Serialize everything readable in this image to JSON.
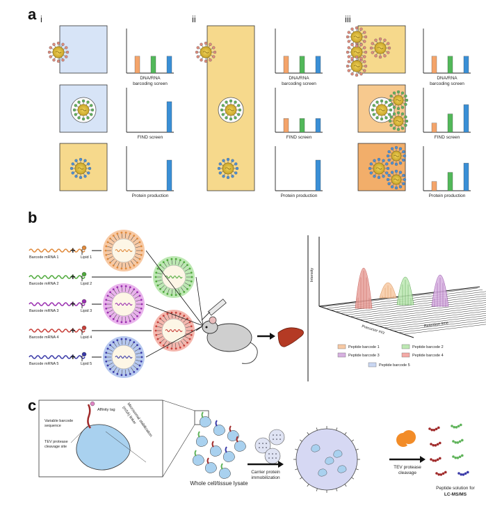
{
  "panels": {
    "a": {
      "letter": "a",
      "columns": [
        {
          "roman": "i",
          "charts": [
            {
              "label_line1": "DNA/RNA",
              "label_line2": "barcoding screen",
              "bars": [
                0.55,
                0.55,
                0.55
              ]
            },
            {
              "label_line1": "",
              "label_line2": "FIND screen",
              "bars": [
                0,
                0,
                1.0
              ]
            },
            {
              "label_line1": "",
              "label_line2": "Protein production",
              "bars": [
                0,
                0,
                1.0
              ]
            }
          ]
        },
        {
          "roman": "ii",
          "charts": [
            {
              "label_line1": "DNA/RNA",
              "label_line2": "barcoding screen",
              "bars": [
                0.55,
                0.55,
                0.55
              ]
            },
            {
              "label_line1": "",
              "label_line2": "FIND screen",
              "bars": [
                0.45,
                0.45,
                0.45
              ]
            },
            {
              "label_line1": "",
              "label_line2": "Protein production",
              "bars": [
                0,
                0,
                1.0
              ]
            }
          ]
        },
        {
          "roman": "iii",
          "charts": [
            {
              "label_line1": "DNA/RNA",
              "label_line2": "barcoding screen",
              "bars": [
                0.55,
                0.55,
                0.55
              ]
            },
            {
              "label_line1": "",
              "label_line2": "FIND screen",
              "bars": [
                0.3,
                0.6,
                0.9
              ]
            },
            {
              "label_line1": "",
              "label_line2": "Protein production",
              "bars": [
                0.3,
                0.6,
                0.9
              ]
            }
          ]
        }
      ],
      "bar_colors": [
        "#f4a46a",
        "#52b85a",
        "#3a8fd6"
      ]
    },
    "b": {
      "letter": "b",
      "rows": [
        {
          "mrna": "Barcode mRNA 1",
          "lipid": "Lipid 1",
          "color": "#e08a3c",
          "halo": "#f7c9a4"
        },
        {
          "mrna": "Barcode mRNA 2",
          "lipid": "Lipid 2",
          "color": "#4faa3c",
          "halo": "#bde8b3"
        },
        {
          "mrna": "Barcode mRNA 3",
          "lipid": "Lipid 3",
          "color": "#9a2fb0",
          "halo": "#e9b3ec"
        },
        {
          "mrna": "Barcode mRNA 4",
          "lipid": "Lipid 4",
          "color": "#c8403a",
          "halo": "#f4b6ad"
        },
        {
          "mrna": "Barcode mRNA 5",
          "lipid": "Lipid 5",
          "color": "#3a3aa8",
          "halo": "#b6c8ef"
        }
      ],
      "ms_axes": {
        "y": "Intensity",
        "x": "Precursor m/z",
        "z": "Retention time"
      },
      "legend": [
        {
          "name": "Peptide barcode 1",
          "color": "#f7c9a4"
        },
        {
          "name": "Peptide barcode 2",
          "color": "#bde8b3"
        },
        {
          "name": "Peptide barcode 3",
          "color": "#d7b0e0"
        },
        {
          "name": "Peptide barcode 4",
          "color": "#f4aaa6"
        },
        {
          "name": "Peptide barcode 5",
          "color": "#c9d6f2"
        }
      ]
    },
    "c": {
      "letter": "c",
      "inset_labels": {
        "affinity": "Affinity tag",
        "variable_1": "Variable barcode",
        "variable_2": "sequence",
        "tev_1": "TEV protease",
        "tev_2": "cleavage site",
        "linker_1": "Microsomal stabilization",
        "linker_2": "(mSA) linker"
      },
      "lysate": "Whole cell/tissue lysate",
      "carrier_1": "Carrier protein",
      "carrier_2": "immobilization",
      "tev_step_1": "TEV protease",
      "tev_step_2": "cleavage",
      "solution_1": "Peptide solution for",
      "solution_2": "LC-MS/MS"
    }
  }
}
